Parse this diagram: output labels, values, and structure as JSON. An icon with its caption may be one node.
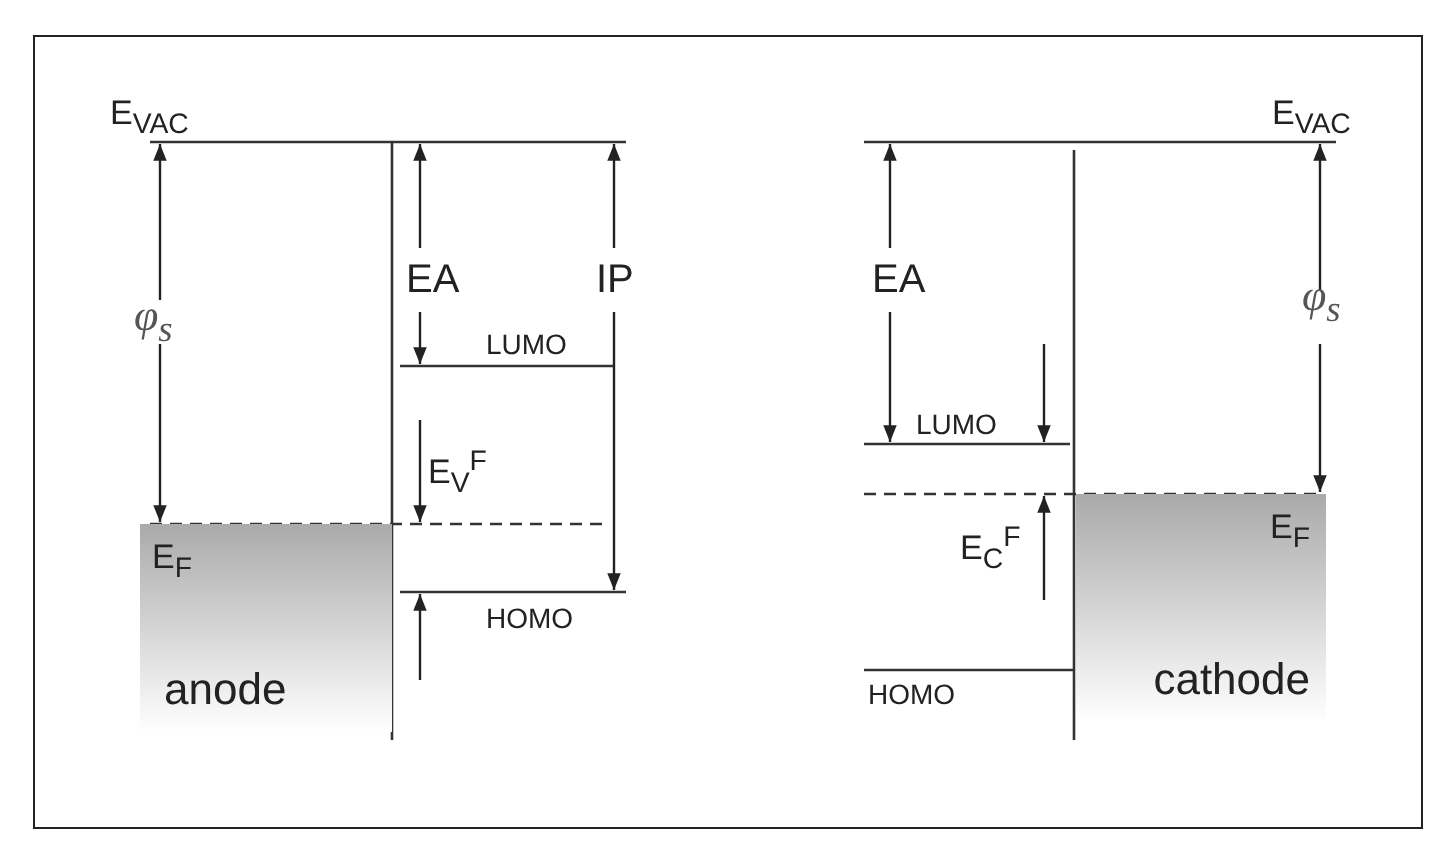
{
  "diagram": {
    "nodes": [
      {
        "text": [
          "E$_{F}$",
          "anode"
        ]
      },
      {
        "text": [
          "E$_{F}$",
          "cathode"
        ]
      }
    ],
    "labels": [
      "E$_{VAC}$",
      "φ$_{s}$",
      "EA",
      "IP",
      "LUMO",
      "E$_{V}$$^{F}$",
      "HOMO",
      "E$_{VAC}$",
      "EA",
      "φ$_{s}$",
      "LUMO",
      "E$_{C}$$^{F}$",
      "HOMO"
    ]
  }
}
